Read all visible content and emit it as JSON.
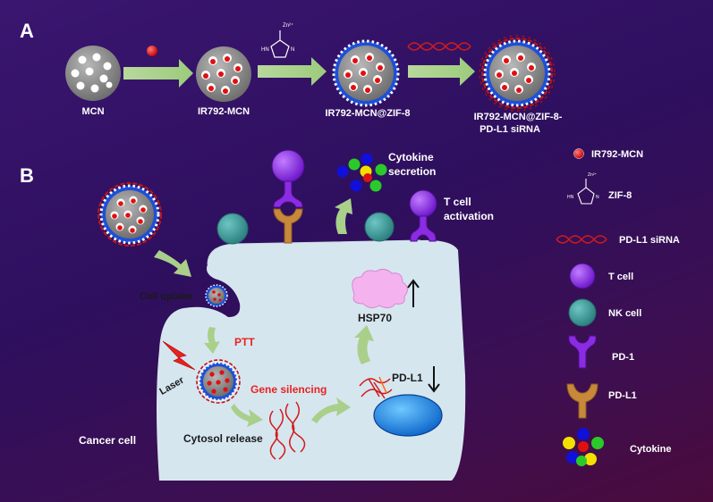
{
  "panel_a": {
    "label": "A",
    "steps": [
      "MCN",
      "IR792-MCN",
      "IR792-MCN@ZIF-8"
    ],
    "step4_line1": "IR792-MCN@ZIF-8-",
    "step4_line2": "PD-L1 siRNA",
    "zn_label": "Zn²⁺",
    "nh_label": "HN",
    "n_label": "N"
  },
  "panel_b": {
    "label": "B",
    "cell_uptake": "Cell uptake",
    "ptt": "PTT",
    "laser": "Laser",
    "gene_silencing": "Gene silencing",
    "cytosol_release": "Cytosol release",
    "cancer_cell": "Cancer cell",
    "hsp70": "HSP70",
    "pdl1": "PD-L1",
    "cytokine_l1": "Cytokine",
    "cytokine_l2": "secretion",
    "tcell_l1": "T cell",
    "tcell_l2": "activation"
  },
  "legend": {
    "items": [
      "IR792-MCN",
      "ZIF-8",
      "PD-L1 siRNA",
      "T cell",
      "NK cell",
      "PD-1",
      "PD-L1",
      "Cytokine"
    ]
  },
  "colors": {
    "red_text": "#e8231f",
    "arrow_green": "#a9cf8a",
    "cell_fill": "#d6e6ef",
    "tcell_purple": "#8b2be2",
    "nk_teal": "#3a9c9a",
    "pdl1_brown": "#c8883a"
  }
}
